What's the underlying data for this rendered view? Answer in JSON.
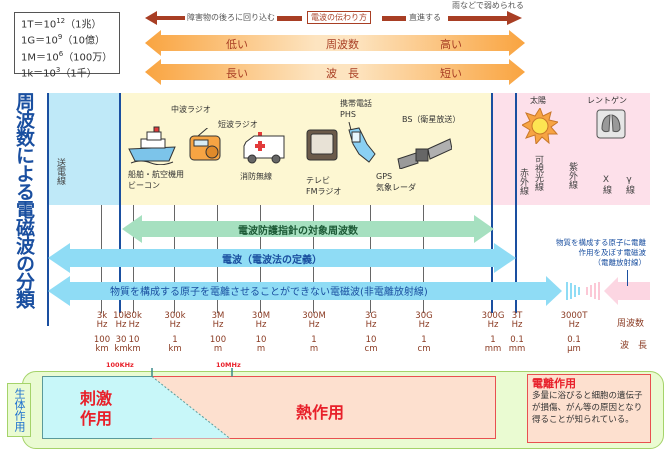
{
  "units_legend": [
    {
      "left": "1T＝10",
      "exp": "12",
      "right": "（1兆）"
    },
    {
      "left": "1G＝10",
      "exp": "9",
      "right": "（10億）"
    },
    {
      "left": "1M＝10",
      "exp": "6",
      "right": "（100万）"
    },
    {
      "left": "1k＝10",
      "exp": "3",
      "right": "（1千）"
    }
  ],
  "propagation": {
    "left_label": "障害物の後ろに回り込む",
    "center_label": "電波の伝わり方",
    "right_label": "直進する",
    "note": "雨などで弱められる"
  },
  "frequency_arrow": {
    "low": "低い",
    "center": "周波数",
    "high": "高い"
  },
  "wavelength_arrow": {
    "long": "長い",
    "center": "波　長",
    "short": "短い"
  },
  "title": "周波数による電磁波の分類",
  "bands": {
    "power_line": "送電線",
    "infrared": "赤外線",
    "visible": "可視光線",
    "ultraviolet": "紫外線",
    "xray": "X線",
    "gamma": "γ線"
  },
  "applications": [
    {
      "label": "中波ラジオ"
    },
    {
      "label": "短波ラジオ"
    },
    {
      "label": "船舶・航空機用"
    },
    {
      "label": "ビーコン"
    },
    {
      "label": "消防無線"
    },
    {
      "label": "テレビ"
    },
    {
      "label": "FMラジオ"
    },
    {
      "label": "携帯電話"
    },
    {
      "label": "PHS"
    },
    {
      "label": "GPS"
    },
    {
      "label": "気象レーダ"
    },
    {
      "label": "BS（衛星放送）"
    },
    {
      "label": "太陽"
    },
    {
      "label": "レントゲン"
    }
  ],
  "arrows": {
    "protection": "電波防護指針の対象周波数",
    "radio_law": "電波（電波法の定義）",
    "non_ionizing": "物質を構成する原子を電離させることができない電磁波(非電離放射線)",
    "ionizing_note": [
      "物質を構成する原子に電離",
      "作用を及ぼす電磁波",
      "（電離放射線）"
    ]
  },
  "scale": [
    {
      "freq": "3k",
      "unit": "Hz",
      "wl": "100",
      "wl_unit": "km"
    },
    {
      "freq": "10k",
      "unit": "Hz",
      "wl": "30",
      "wl_unit": "km"
    },
    {
      "freq": "30k",
      "unit": "Hz",
      "wl": "10",
      "wl_unit": "km"
    },
    {
      "freq": "300k",
      "unit": "Hz",
      "wl": "1",
      "wl_unit": "km"
    },
    {
      "freq": "3M",
      "unit": "Hz",
      "wl": "100",
      "wl_unit": "m"
    },
    {
      "freq": "30M",
      "unit": "Hz",
      "wl": "10",
      "wl_unit": "m"
    },
    {
      "freq": "300M",
      "unit": "Hz",
      "wl": "1",
      "wl_unit": "m"
    },
    {
      "freq": "3G",
      "unit": "Hz",
      "wl": "10",
      "wl_unit": "cm"
    },
    {
      "freq": "30G",
      "unit": "Hz",
      "wl": "1",
      "wl_unit": "cm"
    },
    {
      "freq": "300G",
      "unit": "Hz",
      "wl": "1",
      "wl_unit": "mm"
    },
    {
      "freq": "3T",
      "unit": "Hz",
      "wl": "0.1",
      "wl_unit": "mm"
    },
    {
      "freq": "3000T",
      "unit": "Hz",
      "wl": "0.1",
      "wl_unit": "μm"
    }
  ],
  "scale_labels": {
    "frequency": "周波数",
    "wavelength": "波　長"
  },
  "bio_effects": {
    "title": "生体作用",
    "marker_low": "100KHz",
    "marker_high": "10MHz",
    "stimulation": "刺激作用",
    "stimulation_l1": "刺激",
    "stimulation_l2": "作用",
    "thermal": "熱作用",
    "ionization_title": "電離作用",
    "ionization_text": "多量に浴びると細胞の遺伝子が損傷、がん等の原因となり得ることが知られている。"
  },
  "colors": {
    "brown": "#a83e24",
    "title_blue": "#1a4fa0",
    "band_blue": "#bfe9f8",
    "band_yellow": "#fdf7d2",
    "band_pink": "#fde0ea",
    "arrow_green": "#a6e0c0",
    "arrow_blue": "#8fdcf5",
    "red_text": "#e8202a"
  }
}
